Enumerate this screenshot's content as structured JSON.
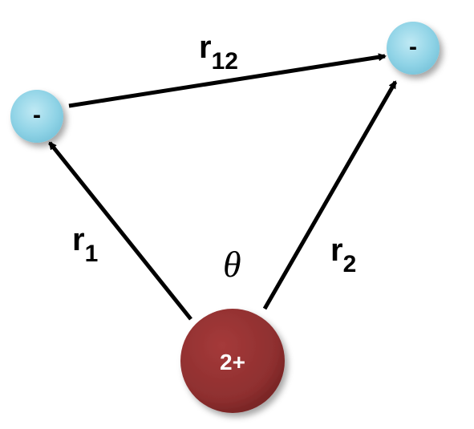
{
  "nucleus": {
    "label": "2+",
    "color": "#8e2f2f"
  },
  "electrons": [
    {
      "label": "-",
      "color": "#8fd3e6"
    },
    {
      "label": "-",
      "color": "#8fd3e6"
    }
  ],
  "vectors": {
    "r1": {
      "base": "r",
      "subscript": "1"
    },
    "r2": {
      "base": "r",
      "subscript": "2"
    },
    "r12": {
      "base": "r",
      "subscript": "12"
    }
  },
  "angle_label": "θ",
  "arrow_color": "#000000"
}
